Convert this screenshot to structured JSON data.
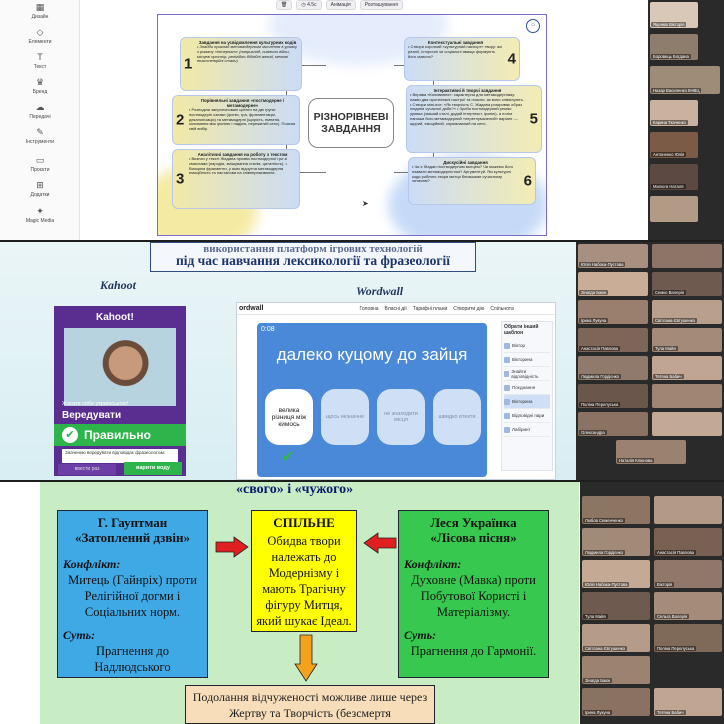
{
  "panel1": {
    "sidebar": [
      {
        "icon": "design-icon",
        "label": "Дизайн"
      },
      {
        "icon": "elements-icon",
        "label": "Елементи"
      },
      {
        "icon": "text-icon",
        "label": "Текст"
      },
      {
        "icon": "brand-icon",
        "label": "Бренд"
      },
      {
        "icon": "uploads-icon",
        "label": "Передачі"
      },
      {
        "icon": "tools-icon",
        "label": "Інструменти"
      },
      {
        "icon": "projects-icon",
        "label": "Проєкти"
      },
      {
        "icon": "apps-icon",
        "label": "Додатки"
      },
      {
        "icon": "magic-media-icon",
        "label": "Magic Media"
      }
    ],
    "toolbar": {
      "duration": "4.5с",
      "animation": "Анімація",
      "position": "Розташування"
    },
    "slide": {
      "center": "РІЗНОРІВНЕВІ ЗАВДАННЯ",
      "tasks": [
        {
          "num": "1",
          "title": "Завдання на усвідомлення культурних кодів",
          "text": "• Знайди приклад метамодерного мислення в уривку з роману «Інтернат» (наприклад, символи війни, місцеві простір, релігійно-біблійні алюзії, межові екзистенційні стани)"
        },
        {
          "num": "2",
          "title": "Порівняльні завдання «постмодерне / метамодерне»",
          "text": "• Розподіли запропоновані цитати на дві групи: постмодерні ознаки (іронія, гра, фрагментація, деканонізація) та метамодерні (щирість, емпатія, коливання між іронією і надією, пережитий сенс). Поясни свій вибір."
        },
        {
          "num": "3",
          "title": "Аналітичні завдання на роботу з текстом",
          "text": "• Визнач у тексті Жадана прояви постмодерної гри зі смислами (пародія, змішування стилів, цитатність). • Виокрем фрагменти, у яких відчутна метамодерна емоційність та настанова на співпереживання."
        },
        {
          "num": "4",
          "title": "Контекстуальні завдання",
          "text": "• Створи короткий «культурний паспорт» твору: які реалії, історичні чи соціальні явища формують його смисли?"
        },
        {
          "num": "5",
          "title": "Інтерактивні й творчі завдання",
          "text": "• Вправа «Коливання»: характерна для метамодернізму: назви два протилежні настрої та поясни, як вони співіснують. • Створи міні-есе: «Як творчість С. Жадана розкриває образ людини сучасної доби?» • Зроби постмодерний ремікс уривка (змішай стилі, додай інтертекст, іронію), а потім напиши його метамодерний «перетлумачений» варіант — щирий, емоційний, спрямований на сенс."
        },
        {
          "num": "6",
          "title": "Дискусійні завдання",
          "text": "• Чи є Жадан постмодерним митцем? Чи можемо його назвати метамодерністом? Аргументуй. Які культурні коди роблять твори митця близькими сучасному читачеві?"
        }
      ]
    },
    "participants": [
      "Яценюк Вікторія",
      "Боровець Богдана",
      "Назар Василенко КНВЦ",
      "Карина Ткаченко",
      "Антоненко Юлія",
      "Малюга Наталя",
      ""
    ]
  },
  "panel2": {
    "title_top": "використання платформ ігрових технологій",
    "title_main": "під час навчання лексикології та фразеології",
    "kahoot_label": "Kahoot",
    "wordwall_label": "Wordwall",
    "kahoot": {
      "logo": "Kahoot!",
      "question_small": "Жагати себе українською!",
      "question": "Вередувати",
      "result": "Правильно",
      "info": "Значенню вередувати відповідає фразеологізм:",
      "btn_left": "ввести раз",
      "btn_right": "варити воду"
    },
    "wordwall": {
      "brand": "ordwall",
      "menu": [
        "Головна",
        "Власні дії",
        "Тарифні плани",
        "Створити дію",
        "Спільнота"
      ],
      "time": "0:08",
      "phrase": "далеко куцому до зайця",
      "answers": [
        "велика різниця між кимось",
        "щось незначне",
        "не знаходити місця",
        "швидко втекти"
      ],
      "side_title": "Обрати інший шаблон",
      "templates": [
        "Віктор",
        "Вікторина",
        "Знайти відповідність",
        "Поєднання",
        "Вікторина",
        "Відповідні пари",
        "Лабіринт"
      ]
    },
    "participants": [
      "Юлія Набока-Пустова",
      "Зінаїда Баюк",
      "Семко Валерія",
      "Ірина Лукуна",
      "Світлана Євтушенко",
      "Анастасія Павлова",
      "Тула Майя",
      "Людмила Гордієнко",
      "Тетяна Бабич",
      "Поліна Перелуська",
      "Наталія Клюнова",
      "Олександра",
      ""
    ]
  },
  "panel3": {
    "title": "«свого» і «чужого»",
    "left": {
      "author": "Г. Гауптман",
      "work": "«Затоплений дзвін»",
      "conflict_label": "Конфлікт:",
      "conflict": "Митець (Гайнріх) проти Релігійної догми і Соціальних норм.",
      "essence_label": "Суть:",
      "essence": "Прагнення до Надлюдського"
    },
    "center": {
      "head": "СПІЛЬНЕ",
      "text": "Обидва твори належать до Модернізму і мають Трагічну фігуру Митця, який шукає Ідеал."
    },
    "right": {
      "author": "Леся Українка",
      "work": "«Лісова пісня»",
      "conflict_label": "Конфлікт:",
      "conflict": "Духовне (Мавка) проти Побутової Користі і Матеріалізму.",
      "essence_label": "Суть:",
      "essence": "Прагнення до Гармонії."
    },
    "bottom": "Подолання відчуженості можливе лише через Жертву та Творчість (безсмертя",
    "participants": [
      "Любов Семенченко",
      "Людмила Гордієнко",
      "Анастасія Павлова",
      "Юлія Набока-Пустова",
      "Вікторія",
      "Сельга Валерія",
      "Тула Майя",
      "Світлана Євтушенко",
      "Поліна Перелуська",
      "Зінаїда Баюк",
      "Ірина Лукуна",
      "Тетяна Бабич"
    ]
  }
}
